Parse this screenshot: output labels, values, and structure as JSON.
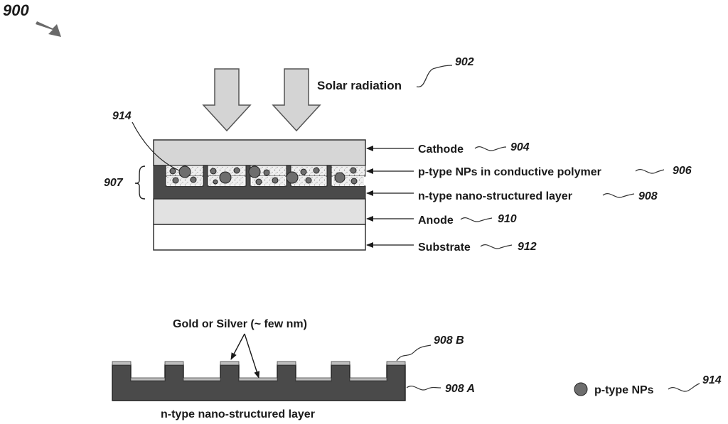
{
  "figure_number": "900",
  "top": {
    "solar_label": "Solar radiation",
    "solar_ref": "902",
    "layers": [
      {
        "label": "Cathode",
        "ref": "904"
      },
      {
        "label": "p-type NPs in conductive polymer",
        "ref": "906"
      },
      {
        "label": "n-type nano-structured layer",
        "ref": "908"
      },
      {
        "label": "Anode",
        "ref": "910"
      },
      {
        "label": "Substrate",
        "ref": "912"
      }
    ],
    "np_ref": "914",
    "active_region_ref": "907"
  },
  "bottom": {
    "coating_label": "Gold or Silver (~ few nm)",
    "coating_ref": "908 B",
    "base_ref": "908 A",
    "layer_caption": "n-type nano-structured layer"
  },
  "legend": {
    "label": "p-type NPs",
    "ref": "914"
  },
  "colors": {
    "cathode": "#d6d6d6",
    "polymer": "#eeeeee",
    "n_layer": "#4a4a4a",
    "anode": "#e2e2e2",
    "substrate": "#ffffff",
    "coating": "#bdbdbd",
    "nanoparticle": "#6e6e6e",
    "arrow_fill": "#d4d4d4"
  }
}
